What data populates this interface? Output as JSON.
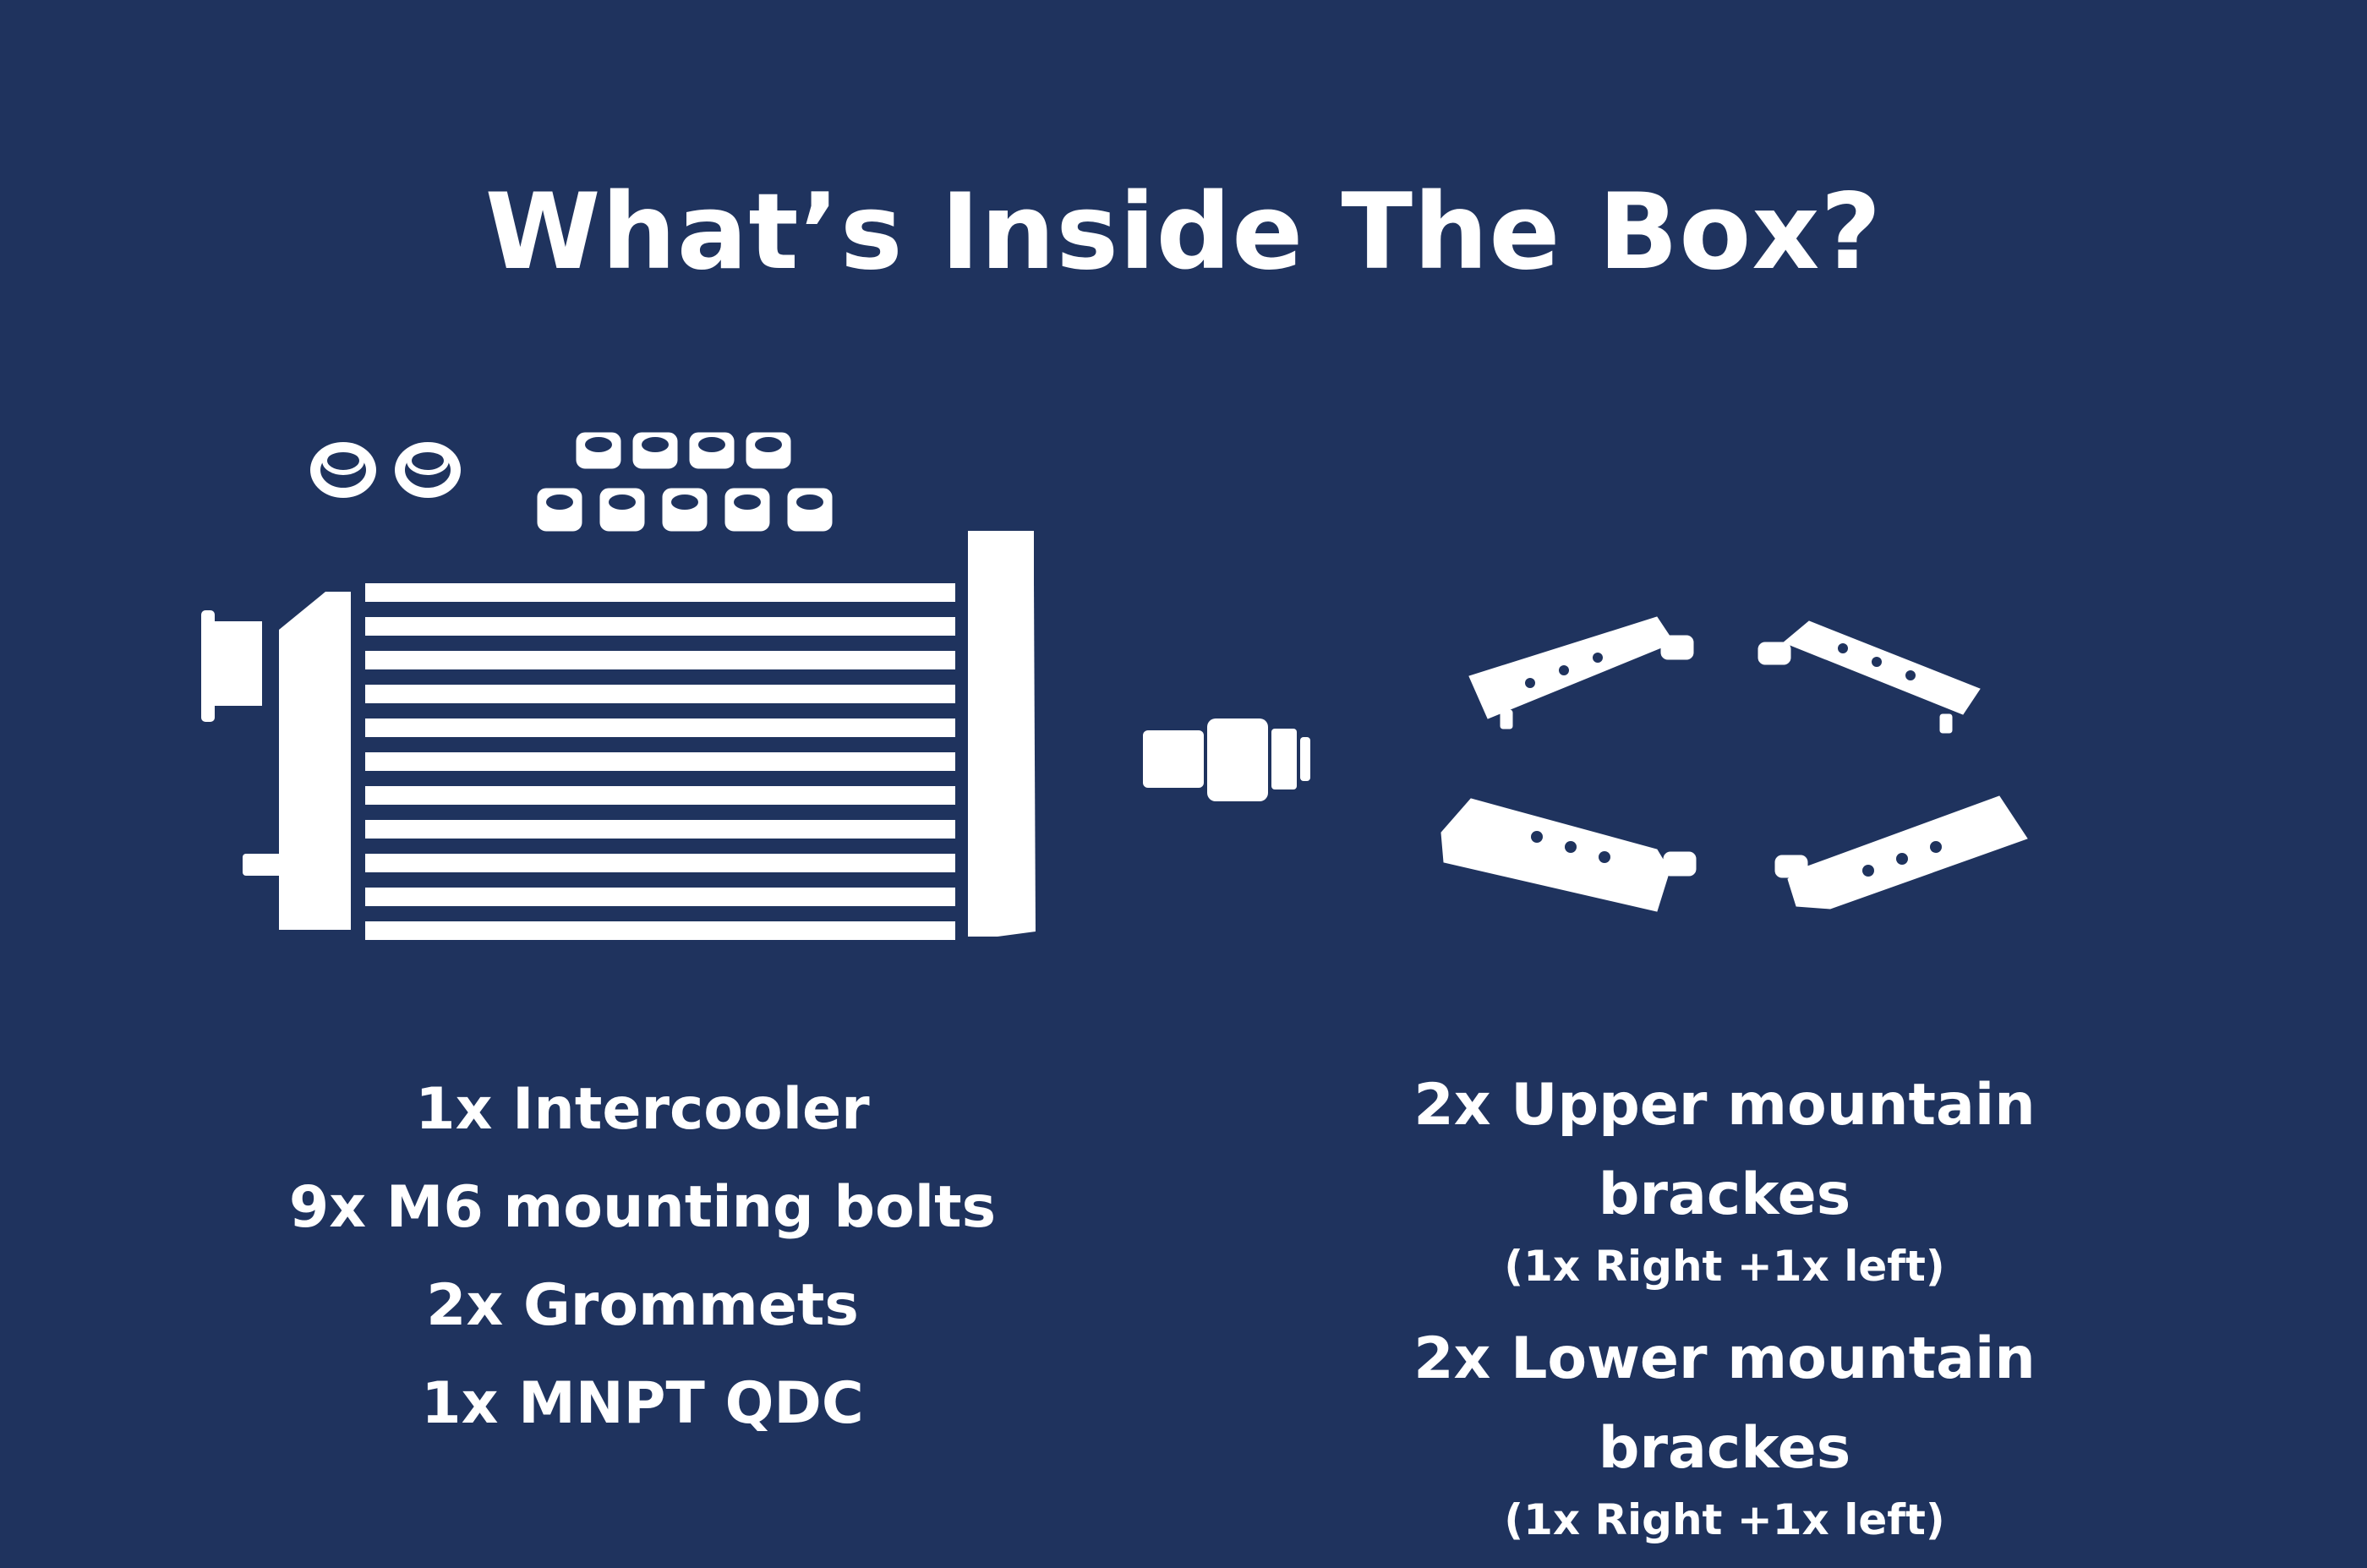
{
  "title": "What’s Inside The Box?",
  "contents_left": [
    "1x Intercooler",
    "9x M6 mounting bolts",
    "2x Grommets",
    "1x MNPT QDC"
  ],
  "contents_right": [
    {
      "label": "2x Upper mountain brackes",
      "note": "(1x Right +1x left)"
    },
    {
      "label": "2x Lower mountain brackes",
      "note": "(1x Right +1x left)"
    }
  ],
  "icons": [
    "grommet-icon",
    "bolt-icon",
    "intercooler-icon",
    "qdc-fitting-icon",
    "bracket-icon"
  ],
  "colors": {
    "background": "#1f335e",
    "foreground": "#ffffff"
  }
}
